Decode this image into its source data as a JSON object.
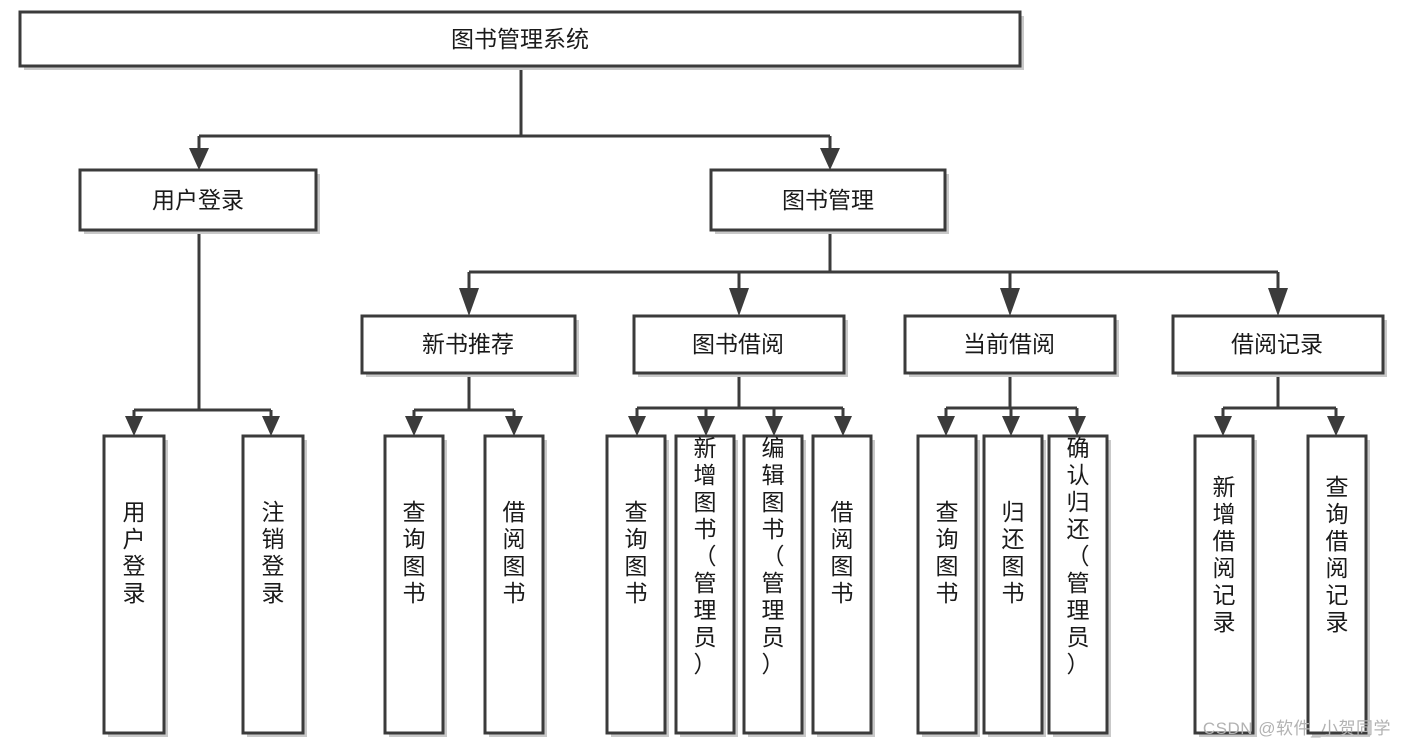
{
  "diagram": {
    "type": "tree-hierarchy-chart",
    "title": "图书管理系统",
    "colors": {
      "box_border": "#3b3b3b",
      "box_fill": "#ffffff",
      "connector": "#3b3b3b",
      "shadow": "#c9c9c9",
      "text": "#1a1a1a",
      "watermark": "#b2b2b2",
      "background": "#ffffff"
    },
    "root": {
      "label": "图书管理系统",
      "orientation": "horizontal"
    },
    "level2": [
      {
        "label": "用户登录",
        "orientation": "horizontal"
      },
      {
        "label": "图书管理",
        "orientation": "horizontal"
      }
    ],
    "level3": [
      {
        "label": "新书推荐",
        "orientation": "horizontal",
        "parent": "图书管理"
      },
      {
        "label": "图书借阅",
        "orientation": "horizontal",
        "parent": "图书管理"
      },
      {
        "label": "当前借阅",
        "orientation": "horizontal",
        "parent": "图书管理"
      },
      {
        "label": "借阅记录",
        "orientation": "horizontal",
        "parent": "图书管理"
      }
    ],
    "leaves": {
      "用户登录": [
        {
          "label": "用户登录",
          "orientation": "vertical"
        },
        {
          "label": "注销登录",
          "orientation": "vertical"
        }
      ],
      "新书推荐": [
        {
          "label": "查询图书",
          "orientation": "vertical"
        },
        {
          "label": "借阅图书",
          "orientation": "vertical"
        }
      ],
      "图书借阅": [
        {
          "label": "查询图书",
          "orientation": "vertical"
        },
        {
          "label": "新增图书（管理员）",
          "orientation": "vertical"
        },
        {
          "label": "编辑图书（管理员）",
          "orientation": "vertical"
        },
        {
          "label": "借阅图书",
          "orientation": "vertical"
        }
      ],
      "当前借阅": [
        {
          "label": "查询图书",
          "orientation": "vertical"
        },
        {
          "label": "归还图书",
          "orientation": "vertical"
        },
        {
          "label": "确认归还（管理员）",
          "orientation": "vertical"
        }
      ],
      "借阅记录": [
        {
          "label": "新增借阅记录",
          "orientation": "vertical"
        },
        {
          "label": "查询借阅记录",
          "orientation": "vertical"
        }
      ]
    }
  },
  "watermark": {
    "text": "CSDN @软件_小贺同学"
  }
}
